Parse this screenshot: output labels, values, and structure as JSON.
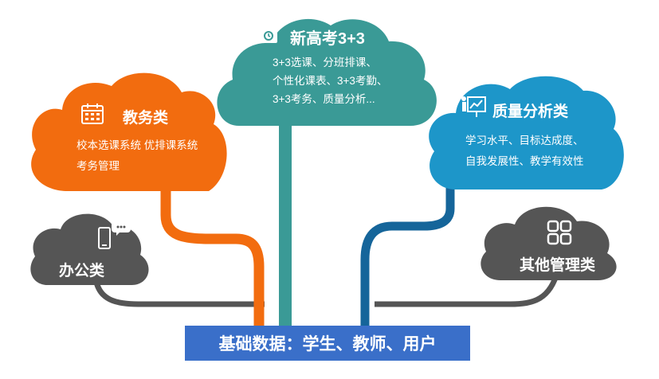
{
  "nodes": {
    "gaokao": {
      "title": "新高考3+3",
      "lines": [
        "3+3选课、分班排课、",
        "个性化课表、3+3考勤、",
        "3+3考务、质量分析..."
      ],
      "color": "#3a9a96",
      "icon": "clipboard-clock-icon"
    },
    "jiaowu": {
      "title": "教务类",
      "lines": [
        "校本选课系统  优排课系统",
        "考务管理"
      ],
      "color": "#f26c0f",
      "icon": "calendar-icon"
    },
    "zhiliang": {
      "title": "质量分析类",
      "lines": [
        "学习水平、目标达成度、",
        "自我发展性、教学有效性"
      ],
      "color": "#1d96c9",
      "icon": "presentation-chart-icon"
    },
    "bangong": {
      "title": "办公类",
      "color": "#555555",
      "icon": "phone-chat-icon"
    },
    "qita": {
      "title": "其他管理类",
      "color": "#555555",
      "icon": "grid-apps-icon"
    }
  },
  "base": {
    "label": "基础数据：学生、教师、用户",
    "color": "#3a6fc9"
  },
  "branch_colors": {
    "teal": "#3a9a96",
    "orange": "#f26c0f",
    "blue": "#15659a",
    "gray": "#555555"
  }
}
